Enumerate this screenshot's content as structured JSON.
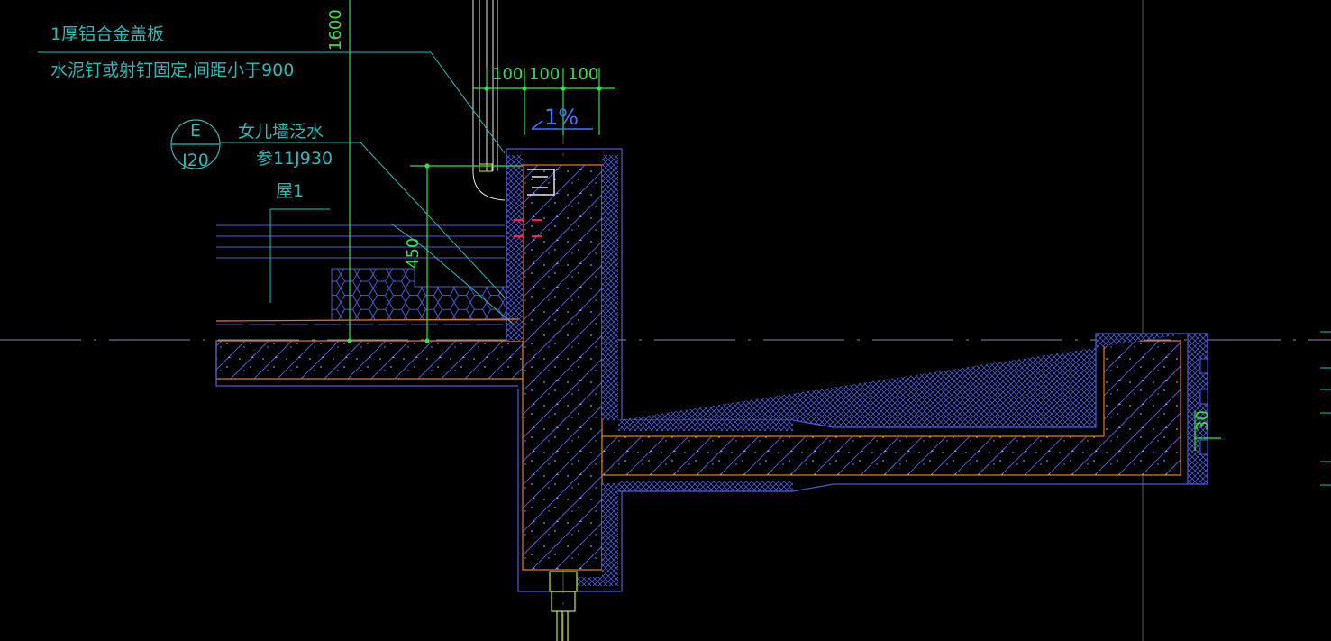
{
  "drawing": {
    "background": "#000000",
    "colors": {
      "leader": "#2fb8b8",
      "dimension": "#36e04a",
      "structure_outline": "#4a5ad8",
      "waterproof_layer": "#e07a1e",
      "slope_text": "#3a78ff",
      "gridline": "#5a5a5a",
      "marker": "#ff2050",
      "downpipe": "#c8e63a"
    },
    "annotations": {
      "cover_plate": "1厚铝合金盖板",
      "fixing_note": "水泥钉或射钉固定,间距小于900",
      "parapet_flashing": "女儿墙泛水",
      "reference_std": "参11J930",
      "roof_ref": "屋1"
    },
    "detail_callout": {
      "letter": "E",
      "sheet": "J20"
    },
    "dimensions": {
      "height_1600": "1600",
      "height_450": "450",
      "seg_1": "100",
      "seg_2": "100",
      "seg_3": "100",
      "right_30": "30"
    },
    "slope": "1%",
    "icons": {
      "detail_callout": "detail-index-circle-icon",
      "concrete": "concrete-hatch-icon",
      "insulation": "hexagon-insulation-hatch-icon"
    }
  }
}
